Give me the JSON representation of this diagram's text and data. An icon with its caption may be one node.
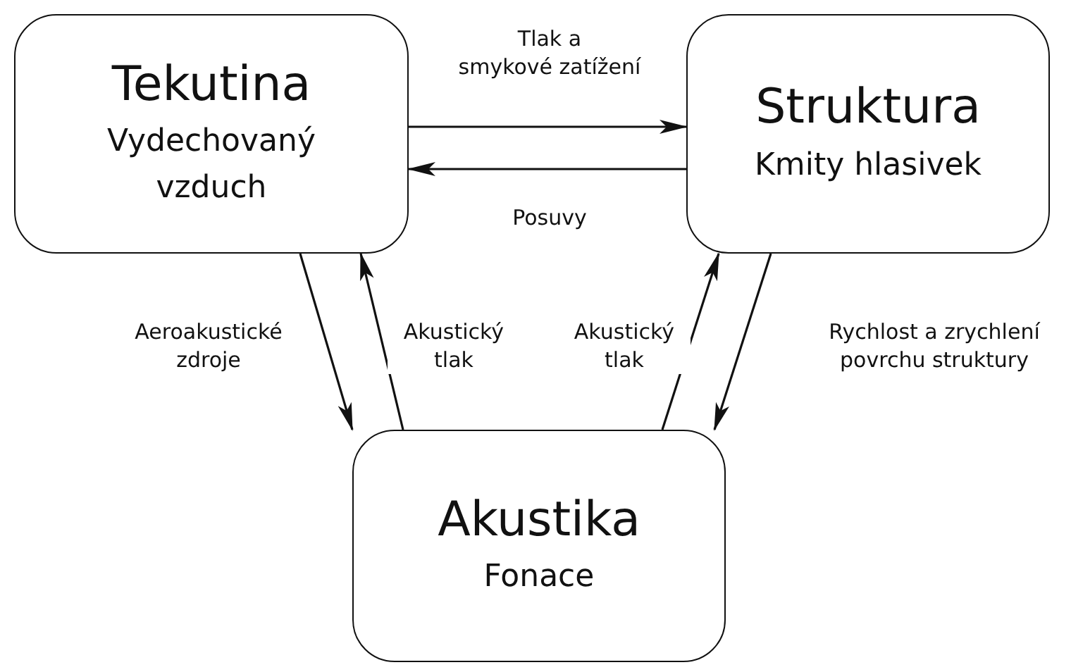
{
  "diagram": {
    "nodes": [
      {
        "text": [
          "Tekutina",
          "Vydechovaný vzduch"
        ]
      },
      {
        "text": [
          "Struktura",
          "Kmity hlasivek"
        ]
      },
      {
        "text": [
          "Akustika",
          "Fonace"
        ]
      }
    ],
    "edges": [
      {
        "from": 0,
        "to": 1,
        "arrow": "to",
        "label": "Tlak a smykové zatížení"
      },
      {
        "from": 1,
        "to": 0,
        "arrow": "to",
        "label": "Posuvy"
      },
      {
        "from": 0,
        "to": 2,
        "arrow": "to",
        "label": "Aeroakustické zdroje"
      },
      {
        "from": 2,
        "to": 0,
        "arrow": "to",
        "label": "Akustický tlak"
      },
      {
        "from": 2,
        "to": 1,
        "arrow": "to",
        "label": "Akustický tlak"
      },
      {
        "from": 1,
        "to": 2,
        "arrow": "to",
        "label": "Rychlost a zrychlení povrchu struktury"
      }
    ]
  }
}
